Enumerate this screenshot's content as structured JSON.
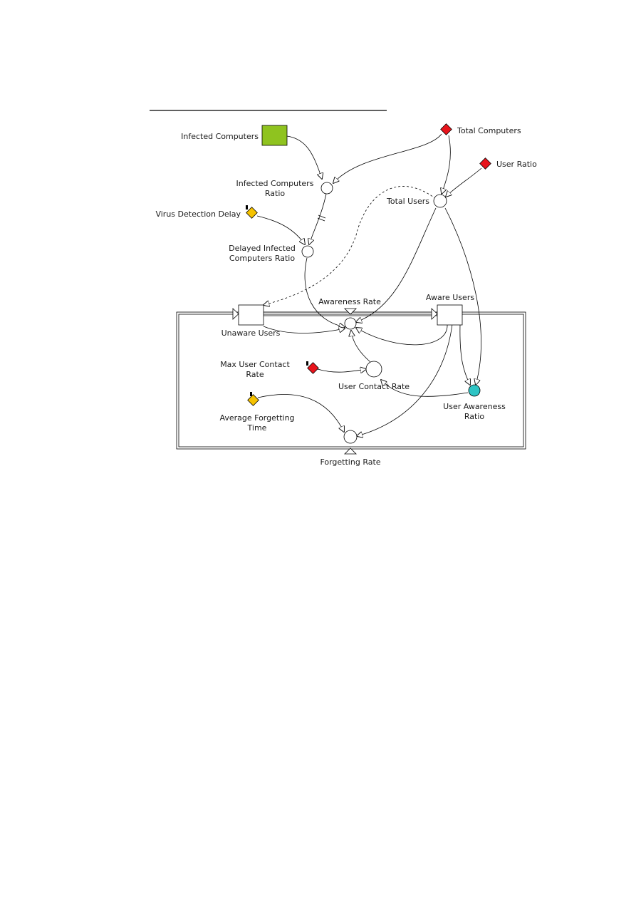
{
  "nodes": {
    "infected_computers": {
      "label": "Infected Computers",
      "kind": "stock",
      "color": "#8fc31f"
    },
    "total_computers": {
      "label": "Total Computers",
      "kind": "constant",
      "color": "#e8141c"
    },
    "user_ratio": {
      "label": "User Ratio",
      "kind": "constant",
      "color": "#e8141c"
    },
    "infected_computers_ratio": {
      "label_lines": [
        "Infected Computers",
        "Ratio"
      ],
      "kind": "auxiliary"
    },
    "virus_detection_delay": {
      "label": "Virus Detection Delay",
      "kind": "input",
      "color": "#f5c200"
    },
    "total_users": {
      "label": "Total Users",
      "kind": "auxiliary"
    },
    "delayed_infected_computers_ratio": {
      "label_lines": [
        "Delayed Infected",
        "Computers Ratio"
      ],
      "kind": "auxiliary"
    },
    "awareness_rate": {
      "label": "Awareness Rate",
      "kind": "flow"
    },
    "aware_users": {
      "label": "Aware Users",
      "kind": "stock",
      "color": "#ffffff"
    },
    "unaware_users": {
      "label": "Unaware Users",
      "kind": "stock",
      "color": "#ffffff"
    },
    "max_user_contact_rate": {
      "label_lines": [
        "Max User Contact",
        "Rate"
      ],
      "kind": "constant",
      "color": "#e8141c"
    },
    "user_contact_rate": {
      "label": "User Contact Rate",
      "kind": "auxiliary"
    },
    "user_awareness_ratio": {
      "label_lines": [
        "User Awareness",
        "Ratio"
      ],
      "kind": "auxiliary",
      "color": "#2ec4c4"
    },
    "average_forgetting_time": {
      "label_lines": [
        "Average Forgetting",
        "Time"
      ],
      "kind": "input",
      "color": "#f5c200"
    },
    "forgetting_rate": {
      "label": "Forgetting Rate",
      "kind": "flow"
    }
  }
}
